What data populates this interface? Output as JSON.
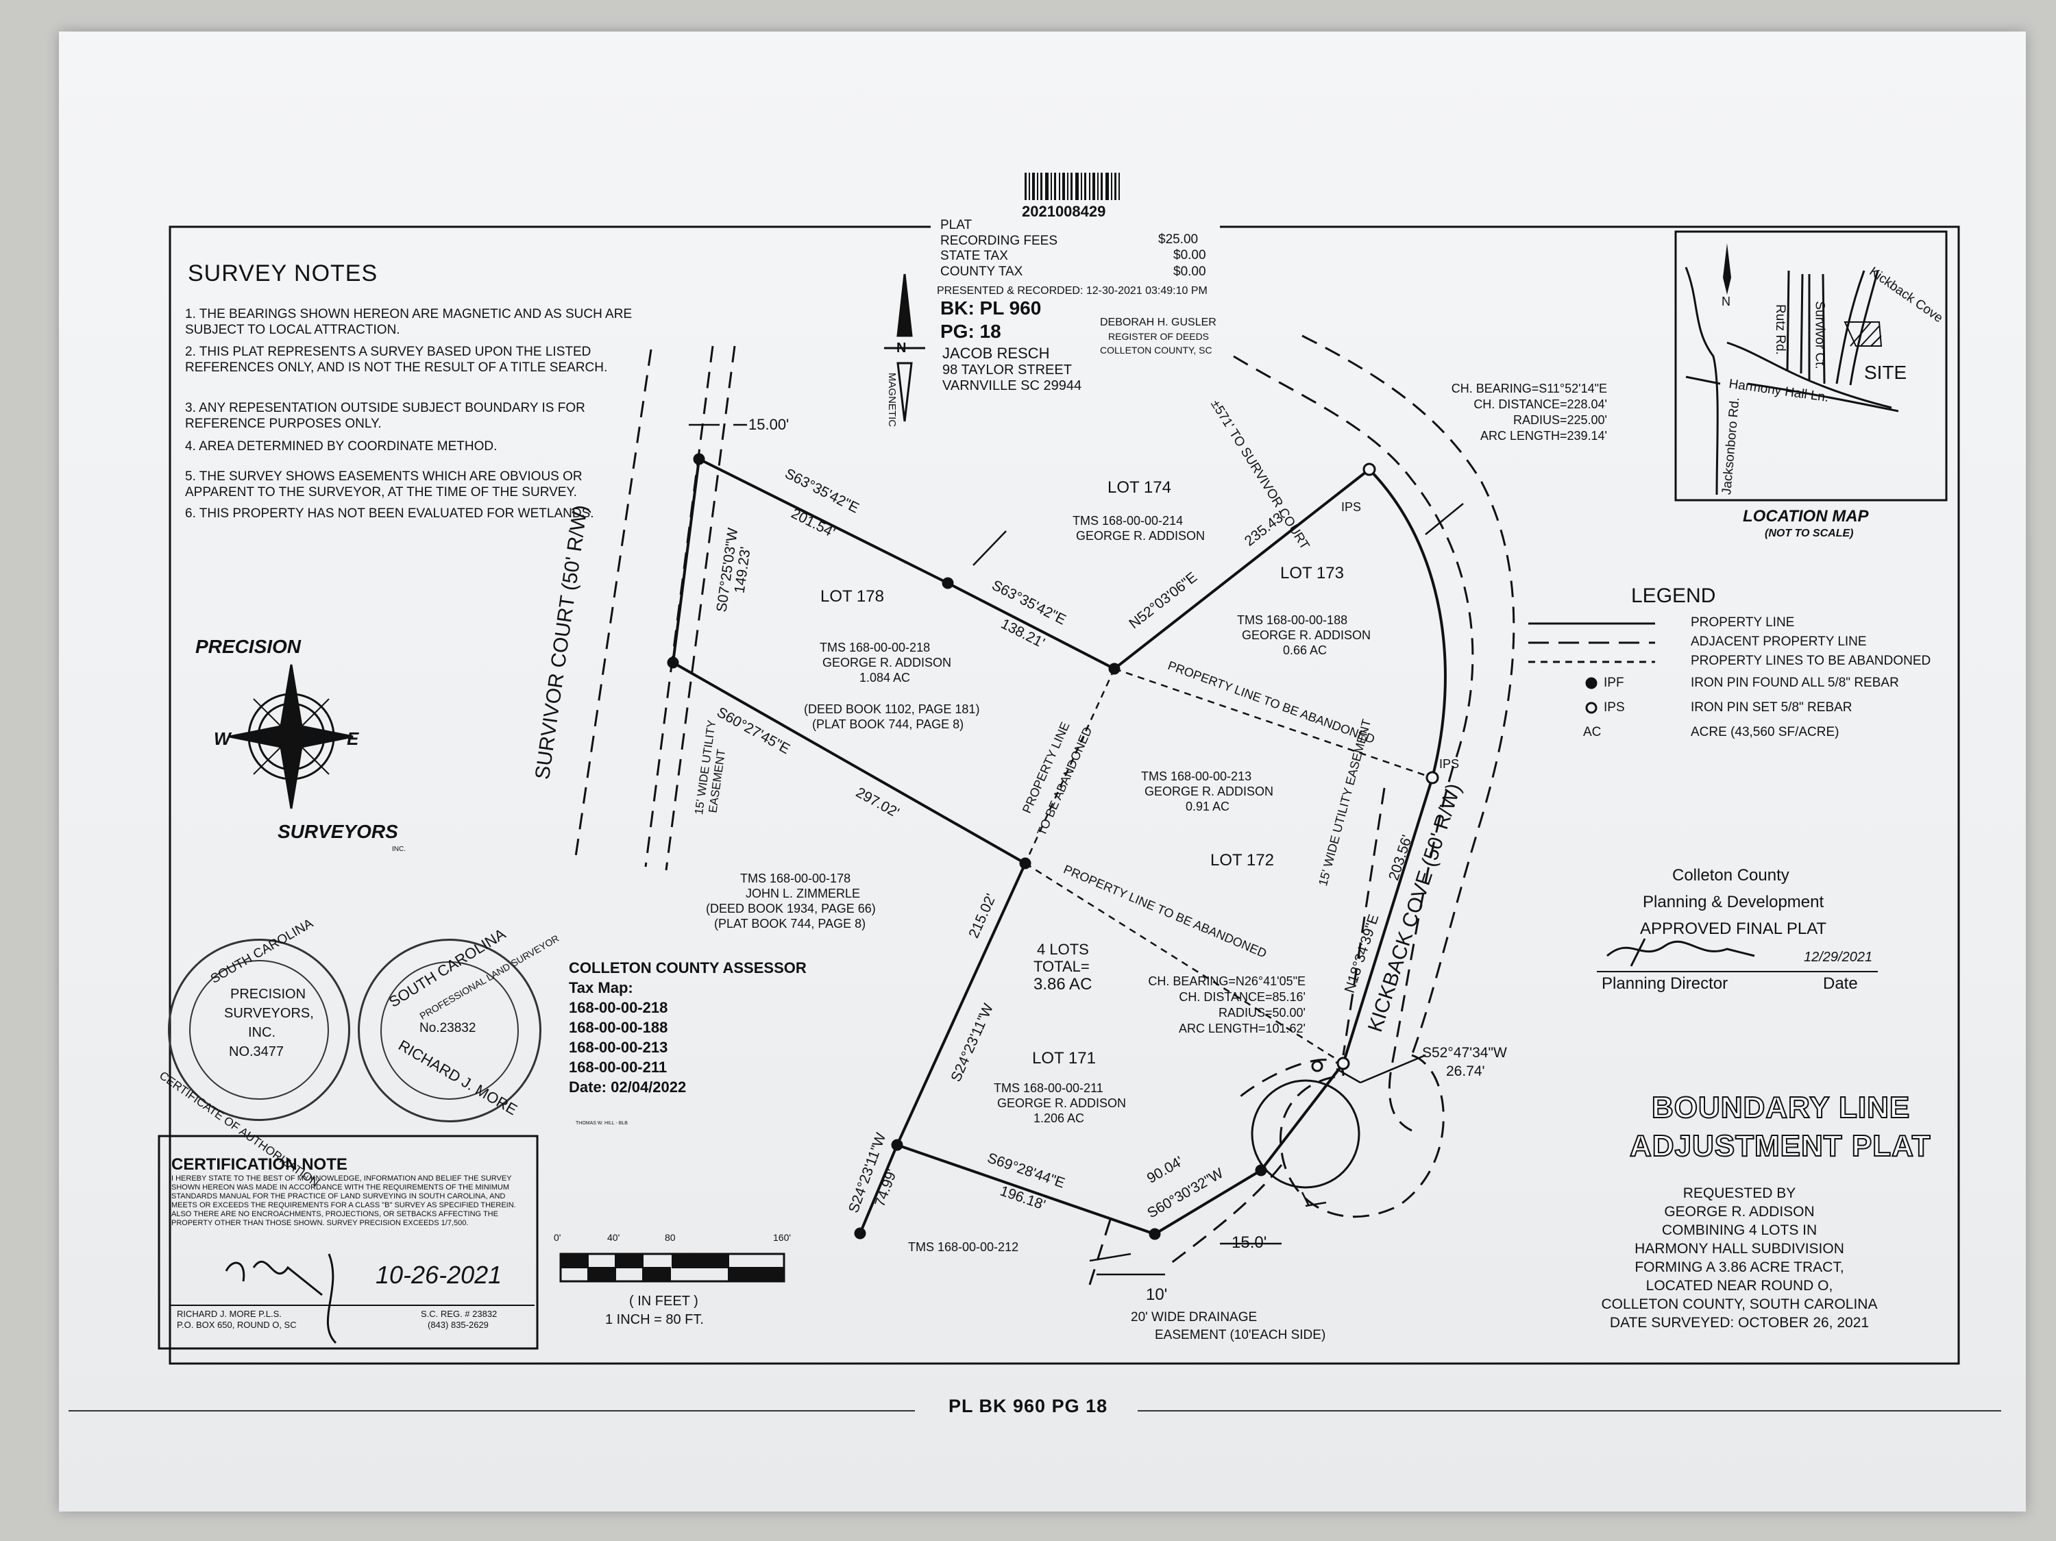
{
  "header": {
    "barcode_number": "2021008429",
    "plat_label": "PLAT",
    "fees": [
      {
        "label": "RECORDING FEES",
        "value": "$25.00"
      },
      {
        "label": "STATE TAX",
        "value": "$0.00"
      },
      {
        "label": "COUNTY TAX",
        "value": "$0.00"
      }
    ],
    "presented": "PRESENTED & RECORDED: 12-30-2021 03:49:10 PM",
    "book": "BK: PL 960",
    "page": "PG: 18",
    "owner_name": "JACOB RESCH",
    "owner_street": "98 TAYLOR STREET",
    "owner_city": "VARNVILLE SC 29944",
    "register_name": "DEBORAH H. GUSLER",
    "register_title": "REGISTER OF DEEDS",
    "register_county": "COLLETON COUNTY, SC"
  },
  "survey_notes": {
    "title": "SURVEY NOTES",
    "items": [
      "1. THE BEARINGS SHOWN HEREON ARE MAGNETIC AND AS SUCH ARE SUBJECT TO LOCAL ATTRACTION.",
      "2. THIS PLAT REPRESENTS A SURVEY BASED UPON THE LISTED REFERENCES ONLY, AND IS NOT THE RESULT OF A TITLE SEARCH.",
      "3. ANY REPESENTATION OUTSIDE SUBJECT BOUNDARY IS FOR REFERENCE PURPOSES ONLY.",
      "4. AREA DETERMINED BY COORDINATE METHOD.",
      "5. THE SURVEY SHOWS EASEMENTS WHICH ARE OBVIOUS OR APPARENT TO THE SURVEYOR, AT THE TIME OF THE SURVEY.",
      "6. THIS PROPERTY HAS NOT BEEN EVALUATED FOR WETLANDS."
    ]
  },
  "north_arrow": {
    "letter": "N",
    "label": "MAGNETIC"
  },
  "company": {
    "name_top": "PRECISION",
    "name_bottom": "SURVEYORS",
    "suffix": "INC.",
    "west": "W",
    "east": "E"
  },
  "location_map": {
    "title": "LOCATION MAP",
    "subtitle": "(NOT TO SCALE)",
    "roads": [
      "Kickback Cove",
      "Rutz Rd.",
      "Survivor Ct.",
      "Harmony Hall Ln.",
      "Jacksonboro Rd."
    ],
    "site": "SITE",
    "north": "N"
  },
  "legend": {
    "title": "LEGEND",
    "rows": [
      {
        "symbol": "",
        "label": "PROPERTY LINE"
      },
      {
        "symbol": "",
        "label": "ADJACENT PROPERTY LINE"
      },
      {
        "symbol": "",
        "label": "PROPERTY LINES TO BE ABANDONED"
      },
      {
        "symbol": "IPF",
        "label": "IRON PIN FOUND ALL 5/8\" REBAR"
      },
      {
        "symbol": "IPS",
        "label": "IRON PIN SET 5/8\" REBAR"
      },
      {
        "symbol": "AC",
        "label": "ACRE (43,560 SF/ACRE)"
      }
    ]
  },
  "plat": {
    "streets": {
      "survivor": "SURVIVOR COURT  (50' R/W)",
      "kickback": "KICKBACK COVE (50' R/W)",
      "to_survivor": "±571' TO SURVIVOR COURT"
    },
    "lots": {
      "l174": {
        "name": "LOT 174",
        "tms": "TMS 168-00-00-214",
        "owner": "GEORGE R. ADDISON"
      },
      "l178": {
        "name": "LOT 178",
        "tms": "TMS 168-00-00-218",
        "owner": "GEORGE R. ADDISON",
        "area": "1.084 AC",
        "deed": "(DEED BOOK 1102, PAGE 181)",
        "plat": "(PLAT BOOK 744, PAGE 8)"
      },
      "l173": {
        "name": "LOT 173",
        "tms": "TMS 168-00-00-188",
        "owner": "GEORGE R. ADDISON",
        "area": "0.66 AC"
      },
      "l172": {
        "name": "LOT 172",
        "tms": "TMS 168-00-00-213",
        "owner": "GEORGE R. ADDISON",
        "area": "0.91 AC"
      },
      "l171": {
        "name": "LOT 171",
        "tms": "TMS 168-00-00-211",
        "owner": "GEORGE R. ADDISON",
        "area": "1.206 AC"
      },
      "zimmerle": {
        "tms": "TMS 168-00-00-178",
        "owner": "JOHN L. ZIMMERLE",
        "deed": "(DEED BOOK 1934, PAGE 66)",
        "plat": "(PLAT BOOK 744, PAGE 8)"
      },
      "l212": {
        "tms": "TMS 168-00-00-212"
      }
    },
    "total": {
      "line1": "4 LOTS",
      "line2": "TOTAL=",
      "line3": "3.86 AC"
    },
    "bearings": {
      "b1": "S63°35'42\"E",
      "d1": "201.54'",
      "b2": "S63°35'42\"E",
      "d2": "138.21'",
      "b3": "N52°03'06\"E",
      "d3": "235.43'",
      "b4": "S07°25'03\"W",
      "d4": "149.23'",
      "b5": "S60°27'45\"E",
      "d5": "297.02'",
      "b6": "S24°23'11\"W",
      "d6": "215.02'",
      "b7": "S24°23'11\"W",
      "d7": "74.99'",
      "b8": "S69°28'44\"E",
      "d8": "196.18'",
      "b9": "S60°30'32\"W",
      "d9": "90.04'",
      "b10": "N18°34'39\"E",
      "d10": "203.56'",
      "b11": "S52°47'34\"W",
      "d11": "26.74'"
    },
    "curve1": {
      "bearing": "CH. BEARING=S11°52'14\"E",
      "distance": "CH. DISTANCE=228.04'",
      "radius": "RADIUS=225.00'",
      "arc": "ARC LENGTH=239.14'"
    },
    "curve2": {
      "bearing": "CH. BEARING=N26°41'05\"E",
      "distance": "CH. DISTANCE=85.16'",
      "radius": "RADIUS=50.00'",
      "arc": "ARC LENGTH=101.62'"
    },
    "abandon": "PROPERTY LINE TO BE ABANDONED",
    "abandon_v1": "PROPERTY LINE",
    "abandon_v2": "TO BE ABANDONED",
    "easement_15": "15' WIDE UTILITY EASEMENT",
    "easement_15a": "15' WIDE UTILITY",
    "easement_15b": "EASEMENT",
    "drainage1": "20' WIDE DRAINAGE",
    "drainage2": "EASEMENT (10'EACH SIDE)",
    "dim_15": "15.00'",
    "dim_15b": "15.0'",
    "dim_10": "10'",
    "ips": "IPS"
  },
  "assessor": {
    "title": "COLLETON COUNTY ASSESSOR",
    "taxmap": "Tax Map:",
    "parcels": [
      "168-00-00-218",
      "168-00-00-188",
      "168-00-00-213",
      "168-00-00-211"
    ],
    "date": "Date: 02/04/2022",
    "small": "THOMAS W. HILL - BLB"
  },
  "scale": {
    "ticks": [
      "0'",
      "40'",
      "80",
      "160'"
    ],
    "units": "( IN FEET )",
    "ratio": "1 INCH = 80 FT."
  },
  "seals": {
    "company_ring_top": "SOUTH CAROLINA",
    "company_ring_bottom": "CERTIFICATE OF AUTHORIZATION",
    "company_lines": [
      "PRECISION",
      "SURVEYORS,",
      "INC.",
      "NO.3477"
    ],
    "surveyor_ring_top": "SOUTH CAROLINA",
    "surveyor_ring_mid": "PROFESSIONAL LAND SURVEYOR",
    "surveyor_number": "No.23832",
    "surveyor_ring_bottom": "RICHARD J. MORE"
  },
  "certification": {
    "title": "CERTIFICATION NOTE",
    "text": "I HEREBY STATE TO THE BEST OF MY KNOWLEDGE, INFORMATION AND BELIEF THE SURVEY SHOWN HEREON WAS MADE IN ACCORDANCE WITH THE REQUIREMENTS OF THE MINIMUM STANDARDS MANUAL FOR THE PRACTICE OF LAND SURVEYING IN SOUTH CAROLINA, AND MEETS OR EXCEEDS THE REQUIREMENTS FOR A CLASS \"B\" SURVEY AS SPECIFIED THEREIN. ALSO THERE ARE NO ENCROACHMENTS, PROJECTIONS, OR SETBACKS AFFECTING THE PROPERTY OTHER THAN THOSE SHOWN. SURVEY PRECISION EXCEEDS 1/7,500.",
    "date": "10-26-2021",
    "name": "RICHARD J. MORE  P.L.S.",
    "address": "P.O. BOX 650, ROUND O, SC",
    "reg": "S.C. REG. # 23832",
    "phone": "(843) 835-2629"
  },
  "approval": {
    "county": "Colleton County",
    "dept": "Planning & Development",
    "approved": "APPROVED FINAL PLAT",
    "date": "12/29/2021",
    "director": "Planning Director",
    "date_label": "Date"
  },
  "title_block": {
    "title1": "BOUNDARY LINE",
    "title2": "ADJUSTMENT PLAT",
    "lines": [
      "REQUESTED BY",
      "GEORGE R. ADDISON",
      "COMBINING 4 LOTS IN",
      "HARMONY HALL SUBDIVISION",
      "FORMING A 3.86 ACRE TRACT,",
      "LOCATED NEAR ROUND O,",
      "COLLETON COUNTY, SOUTH CAROLINA",
      "DATE SURVEYED: OCTOBER 26, 2021"
    ]
  },
  "footer": "PL BK 960 PG 18"
}
